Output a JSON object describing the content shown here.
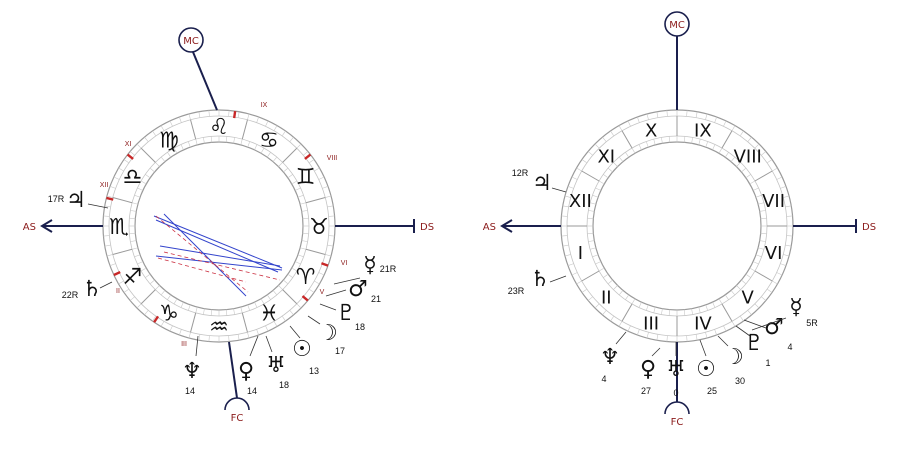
{
  "colors": {
    "angle_line": "#1a1f4d",
    "angle_label": "#8b1a1a",
    "ring": "#9a9a9a",
    "house_cusp_mark": "#c82828",
    "aspect_blue": "#3344cc",
    "aspect_red": "#cc3344",
    "ink": "#111111"
  },
  "charts": [
    {
      "angles": {
        "mc": "MC",
        "ic": "FC",
        "asc": "AS",
        "desc": "DS"
      },
      "signs": [
        {
          "icon": "libra-icon",
          "glyph": "♎"
        },
        {
          "icon": "virgo-icon",
          "glyph": "♍"
        },
        {
          "icon": "leo-icon",
          "glyph": "♌"
        },
        {
          "icon": "cancer-icon",
          "glyph": "♋"
        },
        {
          "icon": "gemini-icon",
          "glyph": "♊"
        },
        {
          "icon": "taurus-icon",
          "glyph": "♉"
        },
        {
          "icon": "aries-icon",
          "glyph": "♈"
        },
        {
          "icon": "pisces-icon",
          "glyph": "♓"
        },
        {
          "icon": "aquarius-icon",
          "glyph": "♒"
        },
        {
          "icon": "capricorn-icon",
          "glyph": "♑"
        },
        {
          "icon": "sagittarius-icon",
          "glyph": "♐"
        },
        {
          "icon": "scorpio-icon",
          "glyph": "♏"
        }
      ],
      "house_labels": [
        {
          "label": "IX",
          "id": "9"
        },
        {
          "label": "VIII",
          "id": "8"
        },
        {
          "label": "XI",
          "id": "11"
        },
        {
          "label": "XII",
          "id": "12"
        },
        {
          "label": "II",
          "id": "2"
        },
        {
          "label": "III",
          "id": "3"
        },
        {
          "label": "V",
          "id": "5"
        },
        {
          "label": "VI",
          "id": "6"
        }
      ],
      "planets": [
        {
          "name": "jupiter",
          "icon": "jupiter-icon",
          "glyph": "♃",
          "degree": "17R"
        },
        {
          "name": "saturn",
          "icon": "saturn-icon",
          "glyph": "♄",
          "degree": "22R"
        },
        {
          "name": "neptune",
          "icon": "neptune-icon",
          "glyph": "♆",
          "degree": "14"
        },
        {
          "name": "venus",
          "icon": "venus-icon",
          "glyph": "♀",
          "degree": "14"
        },
        {
          "name": "uranus",
          "icon": "uranus-icon",
          "glyph": "♅",
          "degree": "18"
        },
        {
          "name": "sun",
          "icon": "sun-icon",
          "glyph": "☉",
          "degree": "13"
        },
        {
          "name": "moon",
          "icon": "moon-icon",
          "glyph": "☽",
          "degree": "17"
        },
        {
          "name": "pluto",
          "icon": "pluto-icon",
          "glyph": "♇",
          "degree": "18"
        },
        {
          "name": "mars",
          "icon": "mars-icon",
          "glyph": "♂",
          "degree": "21"
        },
        {
          "name": "mercury",
          "icon": "mercury-icon",
          "glyph": "☿",
          "degree": "21R"
        }
      ]
    },
    {
      "angles": {
        "mc": "MC",
        "ic": "FC",
        "asc": "AS",
        "desc": "DS"
      },
      "houses": [
        {
          "label": "X"
        },
        {
          "label": "IX"
        },
        {
          "label": "VIII"
        },
        {
          "label": "VII"
        },
        {
          "label": "VI"
        },
        {
          "label": "V"
        },
        {
          "label": "IV"
        },
        {
          "label": "III"
        },
        {
          "label": "II"
        },
        {
          "label": "I"
        },
        {
          "label": "XII"
        },
        {
          "label": "XI"
        }
      ],
      "planets": [
        {
          "name": "jupiter",
          "icon": "jupiter-icon",
          "glyph": "♃",
          "degree": "12R"
        },
        {
          "name": "saturn",
          "icon": "saturn-icon",
          "glyph": "♄",
          "degree": "23R"
        },
        {
          "name": "neptune",
          "icon": "neptune-icon",
          "glyph": "♆",
          "degree": "4"
        },
        {
          "name": "venus",
          "icon": "venus-icon",
          "glyph": "♀",
          "degree": "27"
        },
        {
          "name": "uranus",
          "icon": "uranus-icon",
          "glyph": "♅",
          "degree": "0"
        },
        {
          "name": "sun",
          "icon": "sun-icon",
          "glyph": "☉",
          "degree": "25"
        },
        {
          "name": "moon",
          "icon": "moon-icon",
          "glyph": "☽",
          "degree": "30"
        },
        {
          "name": "pluto",
          "icon": "pluto-icon",
          "glyph": "♇",
          "degree": "1"
        },
        {
          "name": "mars",
          "icon": "mars-icon",
          "glyph": "♂",
          "degree": "4"
        },
        {
          "name": "mercury",
          "icon": "mercury-icon",
          "glyph": "☿",
          "degree": "5R"
        }
      ]
    }
  ]
}
